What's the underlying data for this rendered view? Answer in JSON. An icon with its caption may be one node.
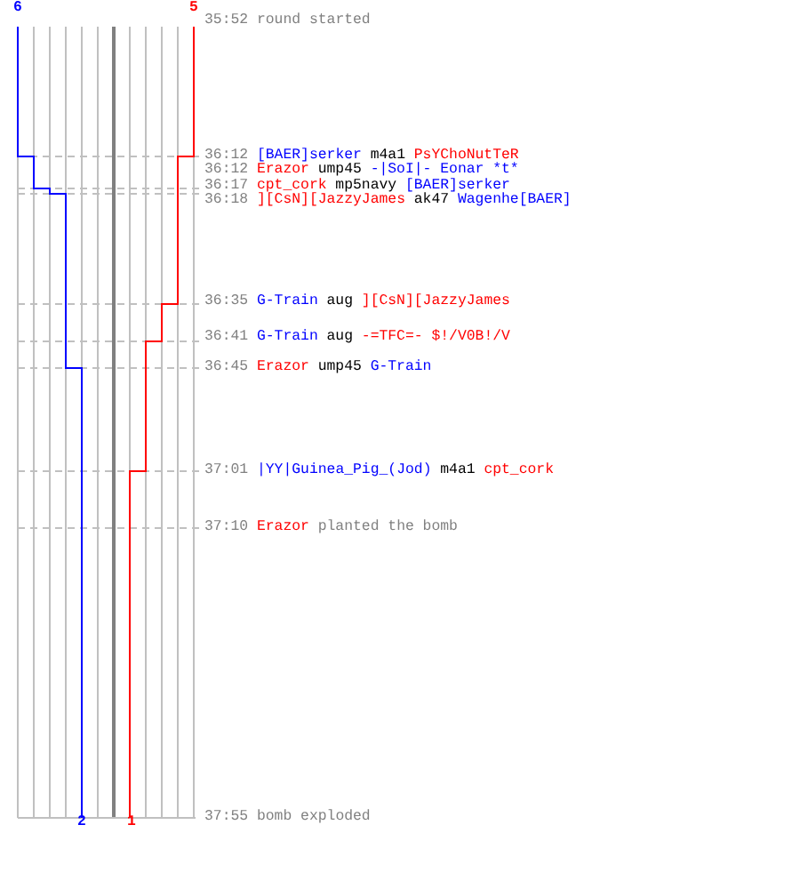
{
  "diagram": {
    "labels": [
      "6",
      "5",
      "35:52",
      "round started",
      "36:12",
      "[BAER]serker",
      "m4a1",
      "PsYChoNutTeR",
      "36:12",
      "Erazor",
      "ump45",
      "-|SoI|- Eonar *t*",
      "36:17",
      "cpt_cork",
      "mp5navy",
      "[BAER]serker",
      "36:18",
      "][CsN][JazzyJames",
      "ak47",
      "Wagenhe[BAER]",
      "36:35",
      "G-Train",
      "aug",
      "][CsN][JazzyJames",
      "36:41",
      "G-Train",
      "aug",
      "-=TFC=- $!/V0B!/V",
      "36:45",
      "Erazor",
      "ump45",
      "G-Train",
      "37:01",
      "|YY|Guinea_Pig_(Jod)",
      "m4a1",
      "cpt_cork",
      "37:10",
      "Erazor",
      "planted the bomb",
      "37:55",
      "bomb exploded",
      "2",
      "1"
    ]
  }
}
